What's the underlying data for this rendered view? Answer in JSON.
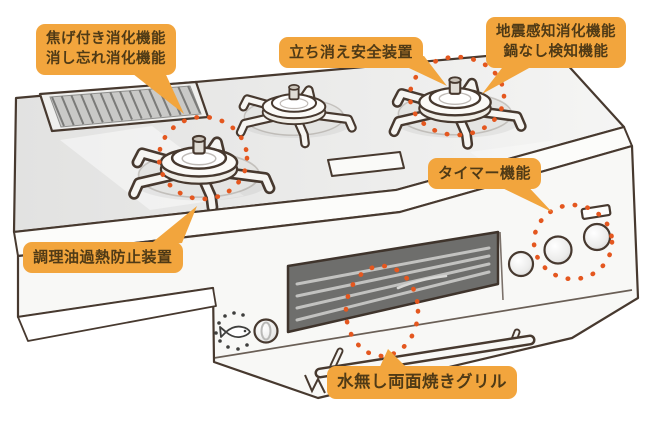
{
  "labels": {
    "scorch": {
      "line1": "焦げ付き消化機能",
      "line2": "消し忘れ消化機能"
    },
    "flame_out": {
      "line1": "立ち消え安全装置"
    },
    "earthquake": {
      "line1": "地震感知消化機能",
      "line2": "鍋なし検知機能"
    },
    "timer": {
      "line1": "タイマー機能"
    },
    "oil_overheat": {
      "line1": "調理油過熱防止装置"
    },
    "waterless_grill": {
      "line1": "水無し両面焼きグリル"
    }
  },
  "colors": {
    "label_bg": "#f2a53d",
    "label_text": "#4f3a16",
    "highlight_dots": "#e4571f",
    "line_art": "#47392f"
  }
}
